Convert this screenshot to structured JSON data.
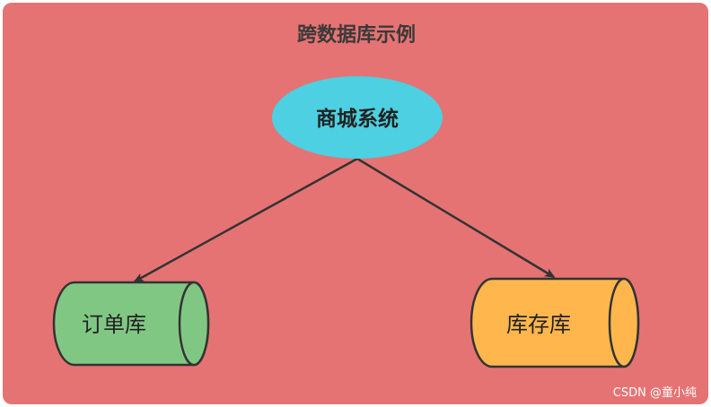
{
  "diagram": {
    "title": "跨数据库示例",
    "nodes": [
      {
        "id": "mall",
        "shape": "ellipse",
        "label": "商城系统",
        "fill": "#4dd0e1"
      },
      {
        "id": "order-db",
        "shape": "cylinder",
        "label": "订单库",
        "fill": "#81c784"
      },
      {
        "id": "stock-db",
        "shape": "cylinder",
        "label": "库存库",
        "fill": "#ffb74d"
      }
    ],
    "edges": [
      {
        "from": "mall",
        "to": "order-db"
      },
      {
        "from": "mall",
        "to": "stock-db"
      }
    ],
    "background": "#e57373",
    "stroke": "#333333"
  },
  "watermark": "CSDN @童小纯"
}
